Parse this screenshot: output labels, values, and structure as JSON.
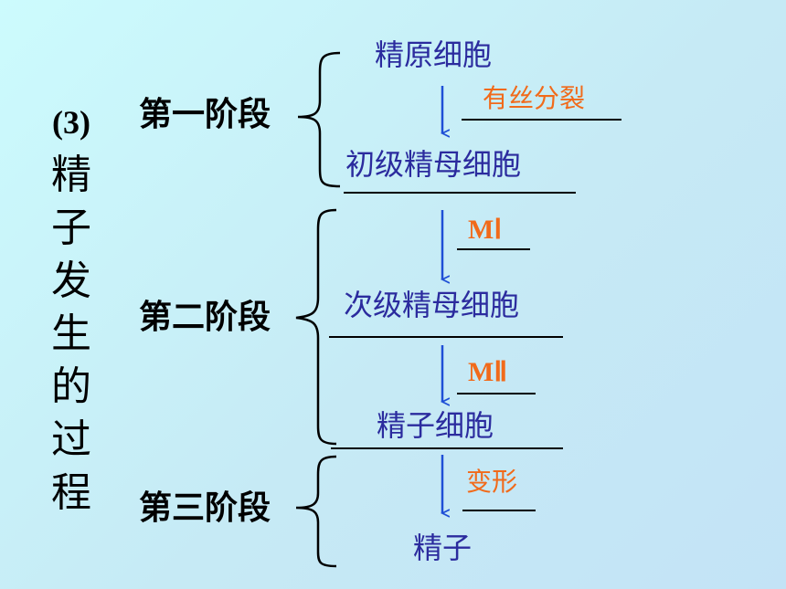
{
  "title": {
    "number": "(3)",
    "chars": [
      "精",
      "子",
      "发",
      "生",
      "的",
      "过",
      "程"
    ]
  },
  "stages": {
    "s1": "第一阶段",
    "s2": "第二阶段",
    "s3": "第三阶段"
  },
  "cells": {
    "spermatogonium": "精原细胞",
    "primary": "初级精母细胞",
    "secondary": "次级精母细胞",
    "spermatid": "精子细胞",
    "sperm": "精子"
  },
  "processes": {
    "mitosis": "有丝分裂",
    "meiosis1": "MⅠ",
    "meiosis2": "MⅡ",
    "transform": "变形"
  },
  "colors": {
    "cell_text": "#2b2b9e",
    "process_text": "#f16a1a",
    "arrow": "#1f4fd6",
    "background": "#c9f0f9"
  }
}
